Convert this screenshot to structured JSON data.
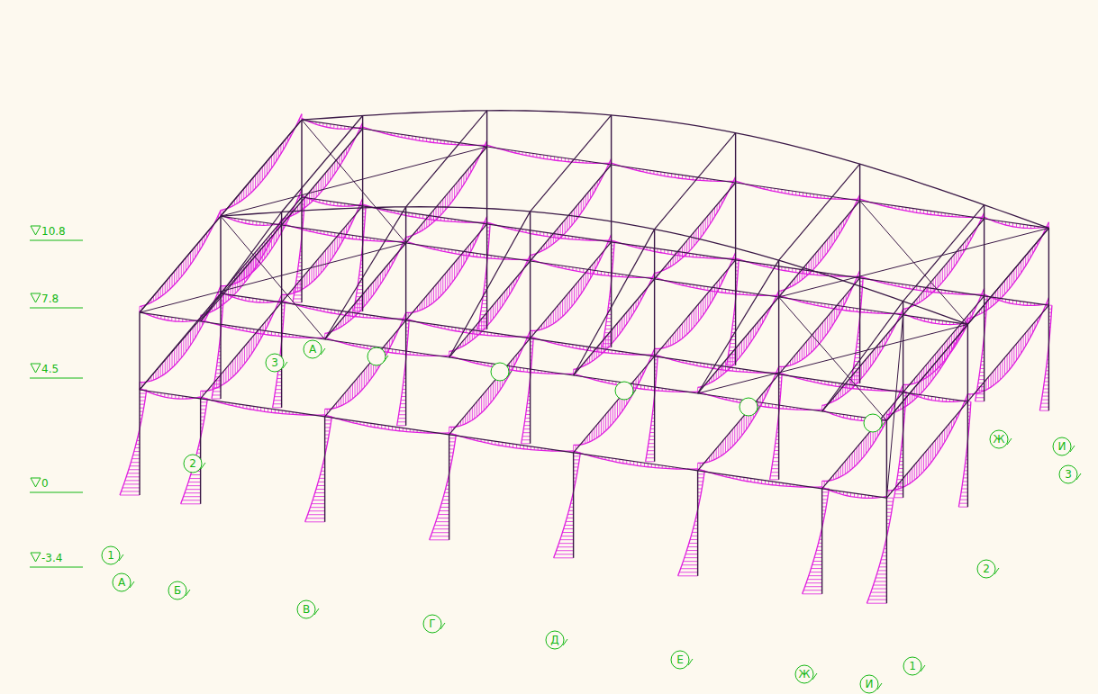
{
  "diagram": {
    "nodes": [
      {
        "text": [
          "А"
        ]
      },
      {
        "text": [
          "3"
        ]
      },
      {
        "text": [
          "Ж"
        ]
      },
      {
        "text": [
          "И"
        ]
      },
      {
        "text": [
          "2"
        ]
      },
      {
        "text": [
          "3"
        ]
      },
      {
        "text": [
          "1"
        ]
      },
      {
        "text": [
          "2"
        ]
      },
      {
        "text": [
          "А"
        ]
      },
      {
        "text": [
          "Б"
        ]
      },
      {
        "text": [
          "В"
        ]
      },
      {
        "text": [
          "Г"
        ]
      },
      {
        "text": [
          "Д"
        ]
      },
      {
        "text": [
          "Е"
        ]
      },
      {
        "text": [
          "1"
        ]
      },
      {
        "text": [
          "Ж"
        ]
      },
      {
        "text": [
          "И"
        ]
      }
    ],
    "labels": [
      "10.8",
      "7.8",
      "4.5",
      "0",
      "-3.4"
    ]
  }
}
